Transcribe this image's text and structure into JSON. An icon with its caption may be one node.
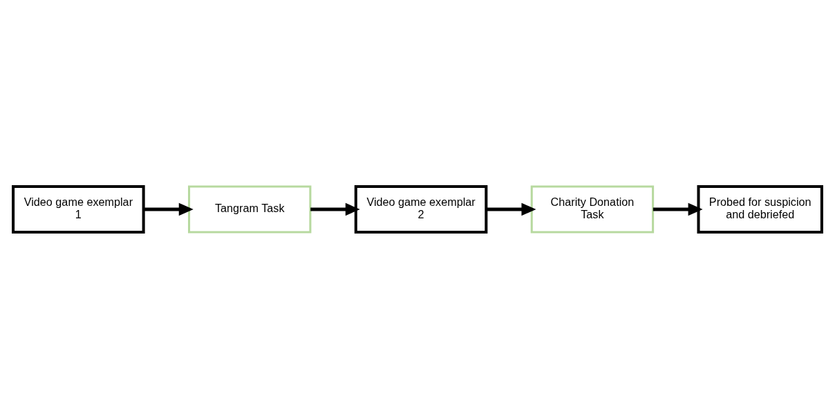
{
  "diagram": {
    "nodes": [
      {
        "text": [
          "Video game exemplar 1"
        ]
      },
      {
        "text": [
          "Tangram Task"
        ]
      },
      {
        "text": [
          "Video game exemplar 2"
        ]
      },
      {
        "text": [
          "Charity Donation Task"
        ]
      },
      {
        "text": [
          "Probed for suspicion and debriefed"
        ]
      }
    ],
    "edges": [
      {
        "from": 0,
        "to": 1,
        "arrow": "to"
      },
      {
        "from": 1,
        "to": 2,
        "arrow": "to"
      },
      {
        "from": 2,
        "to": 3,
        "arrow": "to"
      },
      {
        "from": 3,
        "to": 4,
        "arrow": "to"
      }
    ]
  }
}
